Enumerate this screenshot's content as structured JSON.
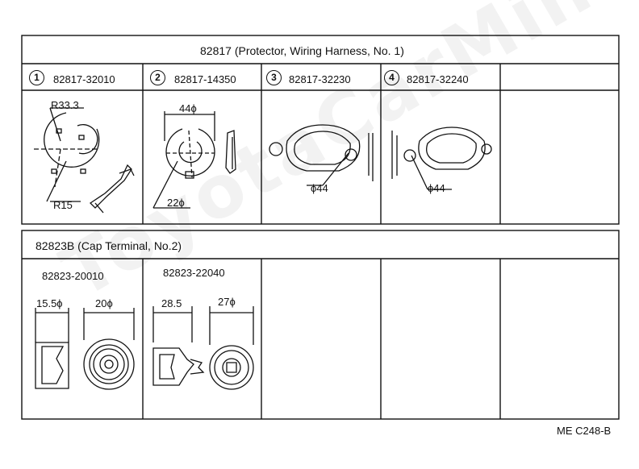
{
  "watermark": "ToyotaCarMine.ru",
  "section1": {
    "header": "82817 (Protector, Wiring Harness, No. 1)",
    "parts": [
      {
        "num": "1",
        "code": "82817-32010",
        "dims": [
          "R33.3",
          "R15"
        ]
      },
      {
        "num": "2",
        "code": "82817-14350",
        "dims": [
          "44ϕ",
          "22ϕ"
        ]
      },
      {
        "num": "3",
        "code": "82817-32230",
        "dims": [
          "ϕ44"
        ]
      },
      {
        "num": "4",
        "code": "82817-32240",
        "dims": [
          "ϕ44"
        ]
      }
    ]
  },
  "section2": {
    "header": "82823B (Cap Terminal, No.2)",
    "parts": [
      {
        "code": "82823-20010",
        "dims": [
          "15.5ϕ",
          "20ϕ"
        ]
      },
      {
        "code": "82823-22040",
        "dims": [
          "28.5",
          "27ϕ"
        ]
      }
    ]
  },
  "footer": "ME C248-B"
}
